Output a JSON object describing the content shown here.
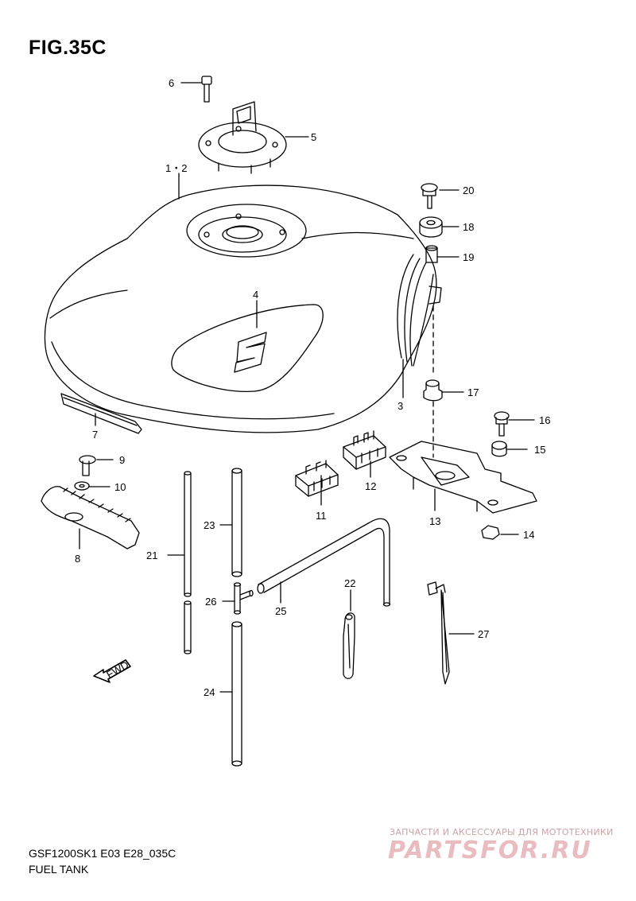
{
  "figure": {
    "title": "FIG.35C",
    "model_code": "GSF1200SK1 E03 E28_035C",
    "assembly_name": "FUEL TANK"
  },
  "watermark": {
    "tagline": "ЗАПЧАСТИ И АКСЕССУАРЫ ДЛЯ МОТОТЕХНИКИ",
    "brand": "PARTSFOR.RU"
  },
  "direction_marker": "FWD",
  "callouts": {
    "p1_2": "1・2",
    "p3": "3",
    "p4": "4",
    "p5": "5",
    "p6": "6",
    "p7": "7",
    "p8": "8",
    "p9": "9",
    "p10": "10",
    "p11": "11",
    "p12": "12",
    "p13": "13",
    "p14": "14",
    "p15": "15",
    "p16": "16",
    "p17": "17",
    "p18": "18",
    "p19": "19",
    "p20": "20",
    "p21": "21",
    "p22": "22",
    "p23": "23",
    "p24": "24",
    "p25": "25",
    "p26": "26",
    "p27": "27"
  },
  "colors": {
    "line": "#000000",
    "watermark_text": "#e8bcc0"
  }
}
